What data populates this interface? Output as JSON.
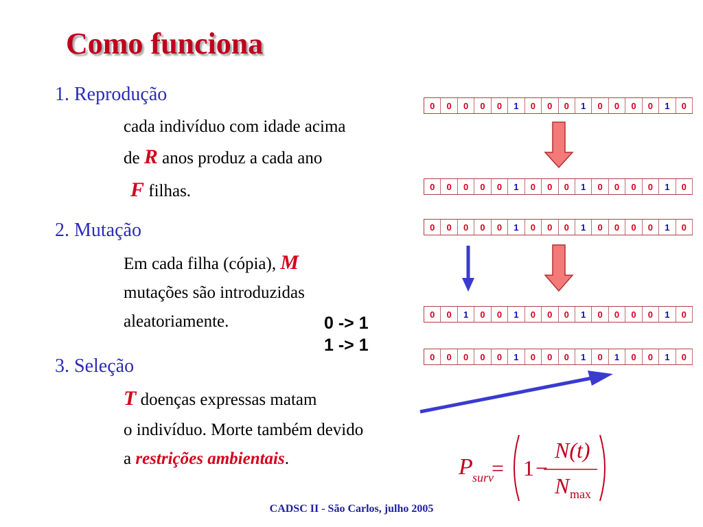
{
  "title": "Como funciona",
  "section1": {
    "heading": "1. Reprodução",
    "line1": "cada indivíduo com idade acima",
    "line2_pre": "de ",
    "line2_var": "R",
    "line2_post": " anos produz a cada ano",
    "line3_var": "F",
    "line3_post": " filhas."
  },
  "section2": {
    "heading": "2. Mutação",
    "line1_pre": "Em cada filha (cópia), ",
    "line1_var": "M",
    "line2": "mutações são introduzidas",
    "line3": "aleatoriamente.",
    "rule1": "0 -> 1",
    "rule2": "1 -> 1"
  },
  "section3": {
    "heading": "3. Seleção",
    "line1_var": "T",
    "line1_post": " doenças expressas matam",
    "line2": "o indivíduo. Morte também devido",
    "line3_pre": "a ",
    "line3_hl": "restrições ambientais",
    "line3_post": "."
  },
  "genomes": [
    {
      "bits": [
        "0",
        "0",
        "0",
        "0",
        "0",
        "1",
        "0",
        "0",
        "0",
        "1",
        "0",
        "0",
        "0",
        "0",
        "1",
        "0"
      ]
    },
    {
      "bits": [
        "0",
        "0",
        "0",
        "0",
        "0",
        "1",
        "0",
        "0",
        "0",
        "1",
        "0",
        "0",
        "0",
        "0",
        "1",
        "0"
      ]
    },
    {
      "bits": [
        "0",
        "0",
        "0",
        "0",
        "0",
        "1",
        "0",
        "0",
        "0",
        "1",
        "0",
        "0",
        "0",
        "0",
        "1",
        "0"
      ]
    },
    {
      "bits": [
        "0",
        "0",
        "1",
        "0",
        "0",
        "1",
        "0",
        "0",
        "0",
        "1",
        "0",
        "0",
        "0",
        "0",
        "1",
        "0"
      ]
    },
    {
      "bits": [
        "0",
        "0",
        "0",
        "0",
        "0",
        "1",
        "0",
        "0",
        "0",
        "1",
        "0",
        "1",
        "0",
        "0",
        "1",
        "0"
      ]
    }
  ],
  "formula": {
    "lhs": "P",
    "lhs_sub": "surv",
    "equals": "=",
    "one": "1",
    "minus": "−",
    "num": "N(t)",
    "den": "N",
    "den_sub": "max"
  },
  "footer": "CADSC II - São Carlos, julho 2005",
  "colors": {
    "title": "#c0001e",
    "heading": "#2b2bb8",
    "bit_zero": "#d4001c",
    "bit_one": "#1010a8",
    "arrow_pink": "#f47a7a",
    "arrow_blue": "#3a3ad0"
  }
}
